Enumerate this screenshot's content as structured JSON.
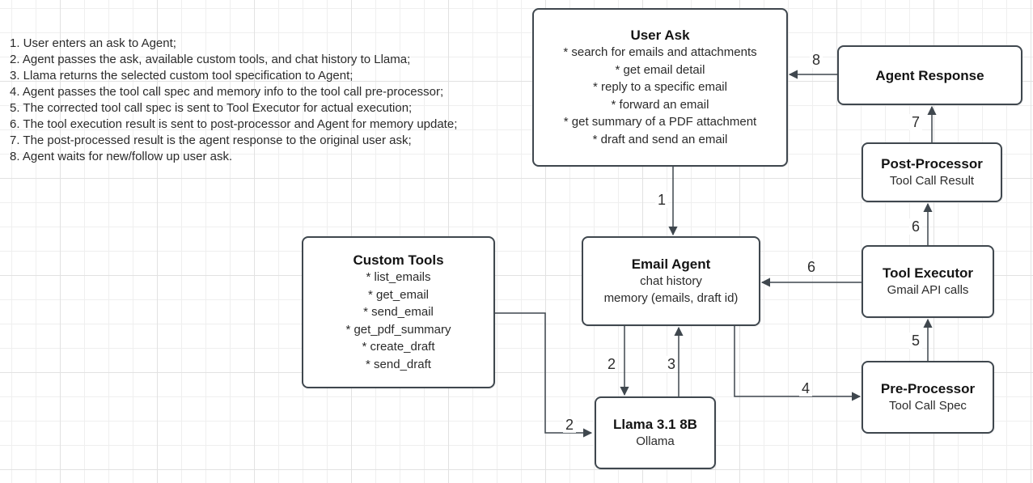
{
  "notes": {
    "items": [
      "1. User enters an ask to Agent;",
      "2. Agent passes the ask, available custom tools, and chat history to Llama;",
      "3. Llama returns the selected custom tool specification to Agent;",
      "4. Agent passes the tool call spec and memory info to the tool call pre-processor;",
      "5. The corrected tool call spec is sent to Tool Executor for actual execution;",
      "6. The tool execution result is sent to post-processor and Agent for memory update;",
      "7. The post-processed result is the agent response to the original user ask;",
      "8. Agent waits for new/follow up user ask."
    ]
  },
  "boxes": {
    "user_ask": {
      "title": "User Ask",
      "items": [
        "* search for emails and attachments",
        "* get email detail",
        "* reply to a specific email",
        "* forward an email",
        "* get summary of a PDF attachment",
        "* draft and send an email"
      ]
    },
    "agent_response": {
      "title": "Agent Response"
    },
    "post_processor": {
      "title": "Post-Processor",
      "subtitle": "Tool Call Result"
    },
    "tool_executor": {
      "title": "Tool Executor",
      "subtitle": "Gmail API calls"
    },
    "pre_processor": {
      "title": "Pre-Processor",
      "subtitle": "Tool Call Spec"
    },
    "email_agent": {
      "title": "Email Agent",
      "line1": "chat history",
      "line2": "memory (emails, draft id)"
    },
    "custom_tools": {
      "title": "Custom Tools",
      "items": [
        "* list_emails",
        "* get_email",
        "* send_email",
        "* get_pdf_summary",
        "* create_draft",
        "* send_draft"
      ]
    },
    "llama": {
      "title": "Llama 3.1 8B",
      "subtitle": "Ollama"
    }
  },
  "edge_labels": {
    "step1": "1",
    "step2_agent": "2",
    "step2_tools": "2",
    "step3": "3",
    "step4": "4",
    "step5": "5",
    "step6_agent": "6",
    "step6_post": "6",
    "step7": "7",
    "step8": "8"
  },
  "colors": {
    "stroke": "#3f474e",
    "text": "#262626",
    "background": "#ffffff",
    "grid_minor": "#efefef",
    "grid_major": "#e2e2e2"
  }
}
